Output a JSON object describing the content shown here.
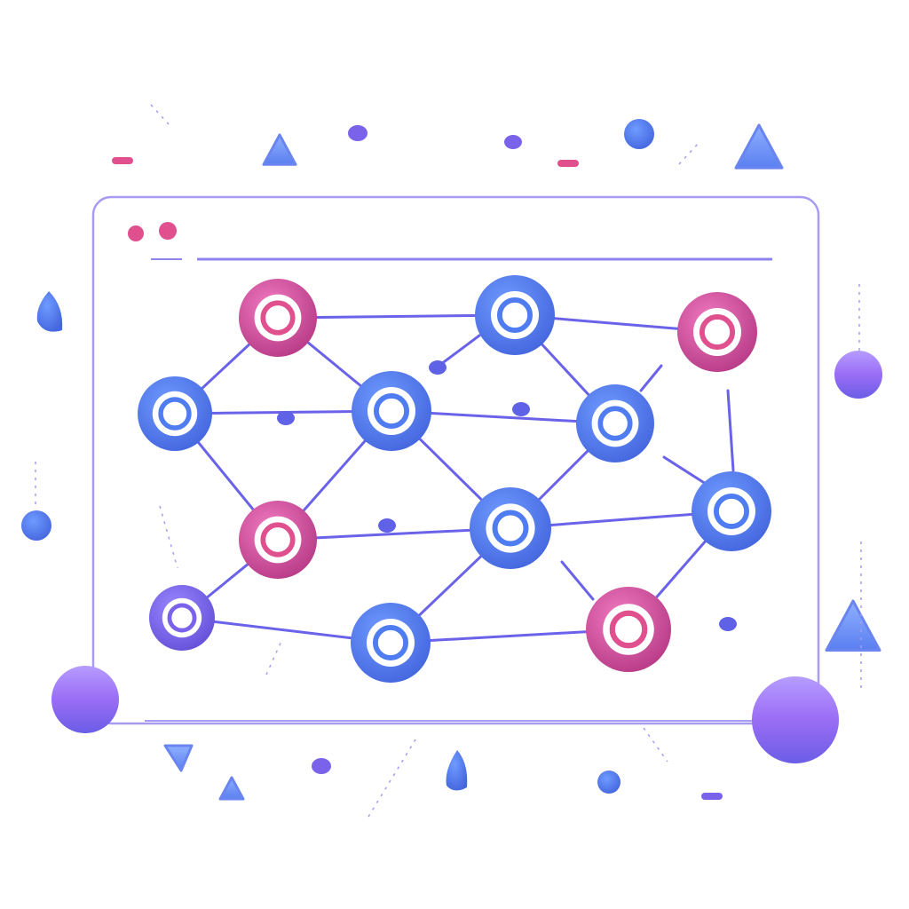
{
  "illustration": {
    "subject": "network-diagram-window",
    "icons": [
      "window-frame",
      "network-node",
      "connection-line",
      "sphere",
      "triangle",
      "pill"
    ]
  },
  "colors": {
    "frame": "#8f84ee",
    "edge": "#6a63ea",
    "node_pink": "#d9489a",
    "node_blue": "#4f7cf0",
    "node_purple": "#7a63ea",
    "sphere_purple": "#8b6af0",
    "accent_pink": "#e0508f",
    "background": "#ffffff"
  }
}
